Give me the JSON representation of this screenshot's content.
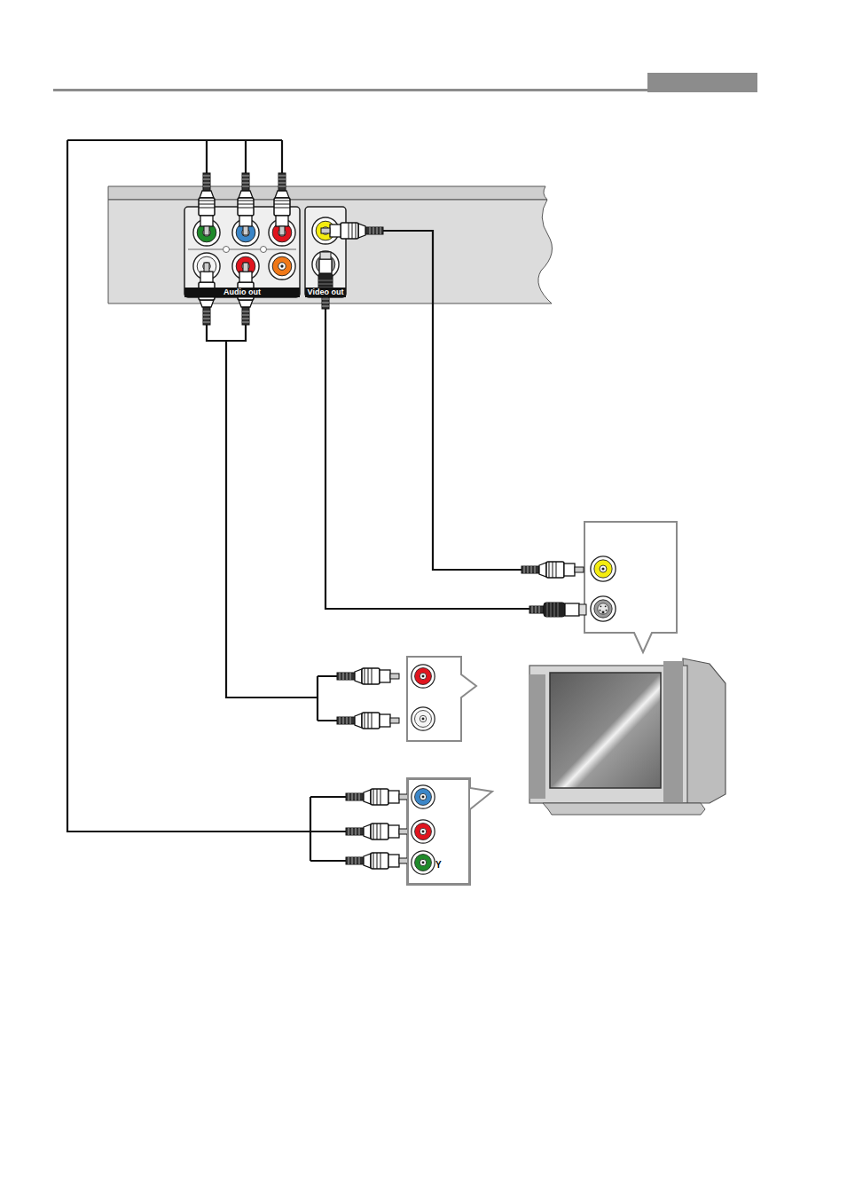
{
  "diagram": {
    "nodes": [
      {
        "text": [
          "Audio out"
        ]
      },
      {
        "text": [
          "Video out"
        ]
      },
      {
        "text": [
          "Y"
        ]
      }
    ]
  }
}
